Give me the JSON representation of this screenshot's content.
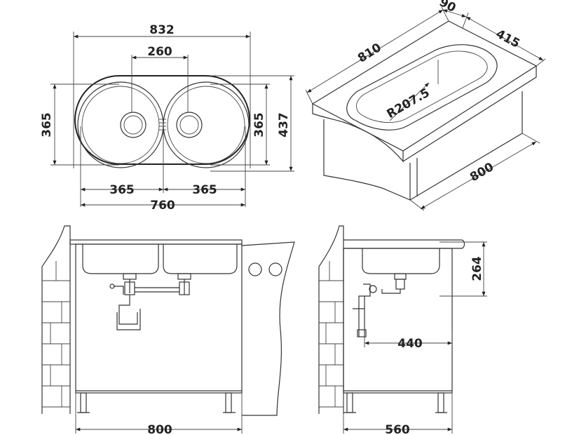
{
  "diagram": {
    "top_view": {
      "overall_length": "832",
      "drain_spacing": "260",
      "bowl_depth_left": "365",
      "bowl_depth_right": "365",
      "overall_depth": "437",
      "bowl_width_left": "365",
      "bowl_width_right": "365",
      "cutout_length": "760"
    },
    "iso_view": {
      "top_depth": "90",
      "depth": "415",
      "length": "810",
      "radius": "R207.5",
      "cabinet_width": "800"
    },
    "front_view": {
      "cabinet_width": "800"
    },
    "side_view": {
      "bowl_height": "264",
      "drain_offset": "440",
      "cabinet_depth": "560"
    }
  }
}
